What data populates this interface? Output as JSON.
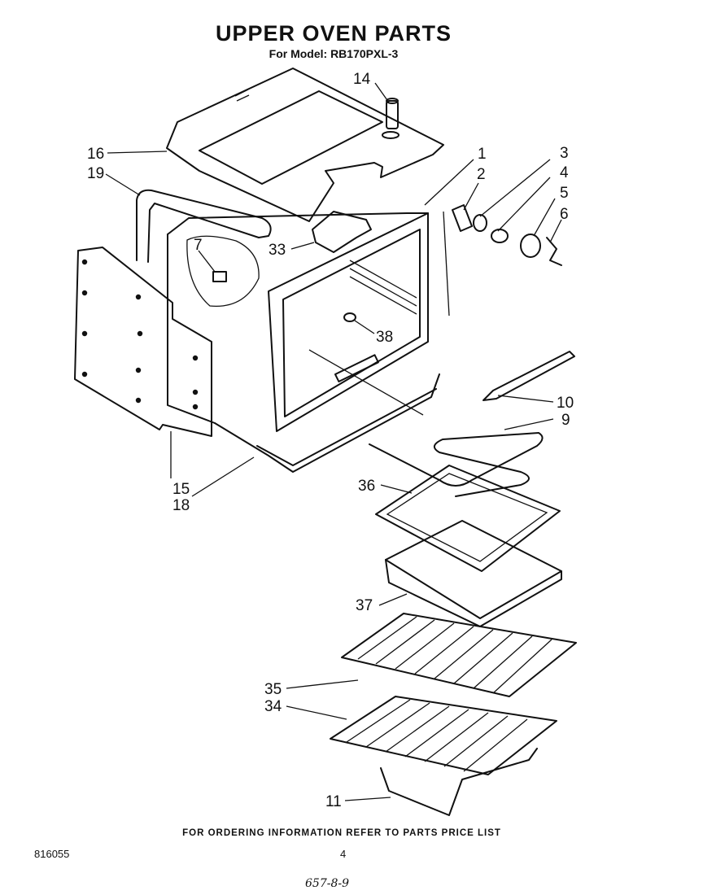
{
  "header": {
    "title": "UPPER OVEN PARTS",
    "subtitle": "For Model: RB170PXL-3"
  },
  "callouts": {
    "p1": "1",
    "p2": "2",
    "p3": "3",
    "p4": "4",
    "p5": "5",
    "p6": "6",
    "p7": "7",
    "p9": "9",
    "p10": "10",
    "p11": "11",
    "p14": "14",
    "p15": "15",
    "p16": "16",
    "p18": "18",
    "p19": "19",
    "p33": "33",
    "p34": "34",
    "p35": "35",
    "p36": "36",
    "p37": "37",
    "p38": "38"
  },
  "footer": {
    "note": "FOR ORDERING INFORMATION REFER TO PARTS PRICE LIST",
    "document_code": "816055",
    "page_number": "4",
    "handwritten": "657-8-9"
  }
}
